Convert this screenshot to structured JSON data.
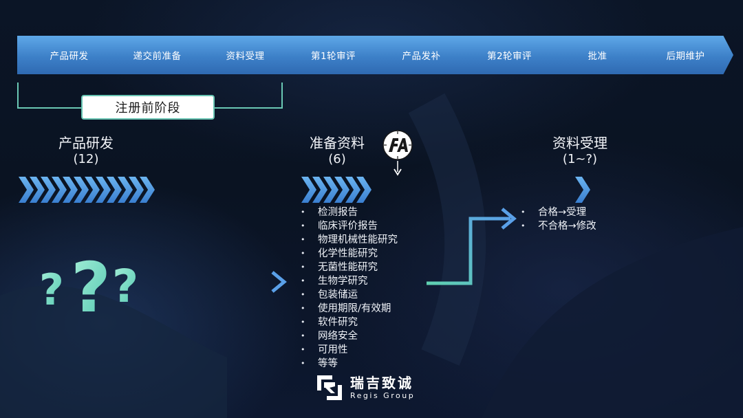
{
  "process": {
    "steps": [
      "产品研发",
      "递交前准备",
      "资料受理",
      "第1轮审评",
      "产品发补",
      "第2轮审评",
      "批准",
      "后期维护"
    ]
  },
  "phase": {
    "label": "注册前阶段"
  },
  "columns": {
    "dev": {
      "title": "产品研发",
      "count": "(12)",
      "chevrons": 12
    },
    "prep": {
      "title": "准备资料",
      "count": "(6)",
      "chevrons": 6,
      "badge_icon": "fa-compass-icon",
      "items": [
        "检测报告",
        "临床评价报告",
        "物理机械性能研究",
        "化学性能研究",
        "无菌性能研究",
        "生物学研究",
        "包装储运",
        "使用期限/有效期",
        "软件研究",
        "网络安全",
        "可用性",
        "等等"
      ]
    },
    "accept": {
      "title": "资料受理",
      "count": "(1~?)",
      "chevrons": 1,
      "items": [
        "合格→受理",
        "不合格→修改"
      ]
    }
  },
  "logo": {
    "cn": "瑞吉致诚",
    "en": "Regis Group"
  },
  "colors": {
    "chevron": "#3d80c8",
    "accent_teal": "#67c4b2",
    "background": "#0b1526"
  }
}
